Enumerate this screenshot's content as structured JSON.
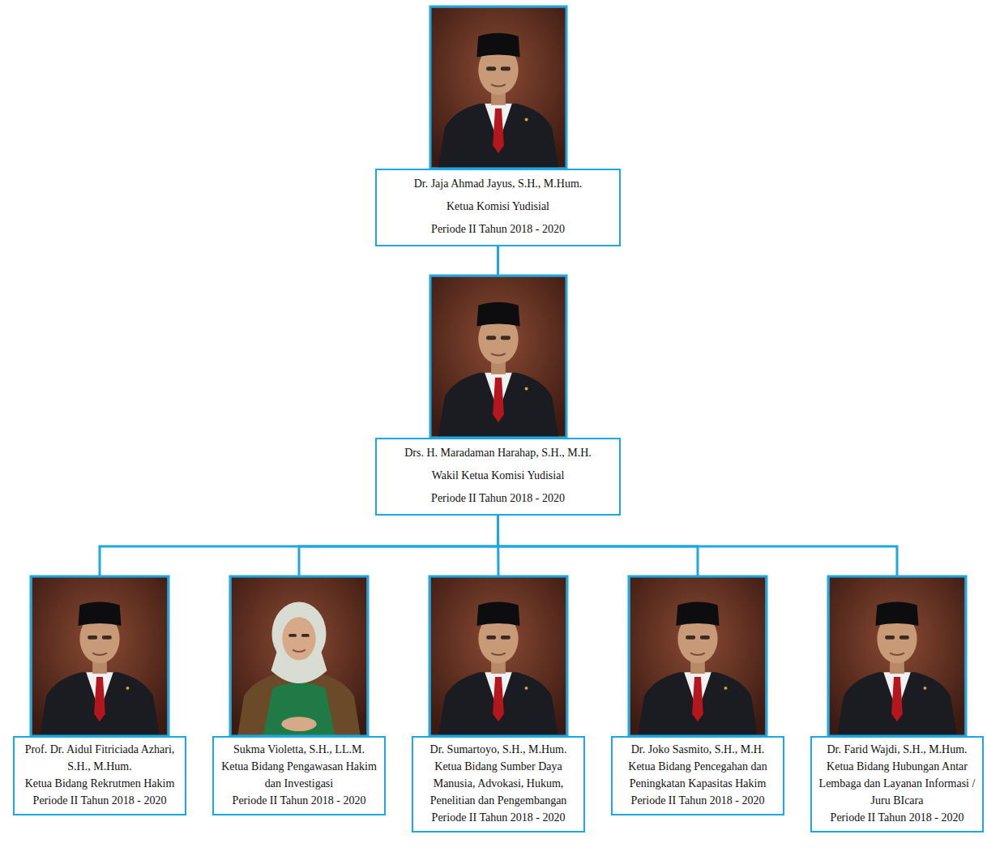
{
  "diagram": {
    "nodes": [
      {
        "text": [
          "Dr. Jaja Ahmad Jayus, S.H., M.Hum.",
          "Ketua Komisi Yudisial",
          "Periode II Tahun 2018 - 2020"
        ]
      },
      {
        "text": [
          "Drs. H. Maradaman Harahap, S.H., M.H.",
          "Wakil Ketua Komisi Yudisial",
          "Periode II Tahun 2018 - 2020"
        ]
      },
      {
        "text": [
          "Prof. Dr. Aidul Fitriciada Azhari, S.H., M.Hum.",
          "Ketua Bidang Rekrutmen Hakim",
          "Periode II Tahun 2018 - 2020"
        ]
      },
      {
        "text": [
          "Sukma Violetta, S.H., LL.M.",
          "Ketua Bidang Pengawasan Hakim dan Investigasi",
          "Periode II Tahun 2018 - 2020"
        ]
      },
      {
        "text": [
          "Dr. Sumartoyo, S.H., M.Hum.",
          "Ketua Bidang Sumber Daya Manusia, Advokasi, Hukum, Penelitian dan Pengembangan",
          "Periode II Tahun 2018 - 2020"
        ]
      },
      {
        "text": [
          "Dr. Joko Sasmito, S.H., M.H.",
          "Ketua Bidang Pencegahan dan Peningkatan Kapasitas Hakim",
          "Periode II Tahun 2018 - 2020"
        ]
      },
      {
        "text": [
          "Dr. Farid Wajdi, S.H., M.Hum.",
          "Ketua Bidang Hubungan Antar Lembaga dan Layanan Informasi / Juru BIcara",
          "Periode II Tahun 2018 - 2020"
        ]
      }
    ],
    "edges": [
      {
        "from": 0,
        "to": 1,
        "arrow": "none"
      },
      {
        "from": 1,
        "to": 2,
        "arrow": "none"
      },
      {
        "from": 1,
        "to": 3,
        "arrow": "none"
      },
      {
        "from": 1,
        "to": 4,
        "arrow": "none"
      },
      {
        "from": 1,
        "to": 5,
        "arrow": "none"
      },
      {
        "from": 1,
        "to": 6,
        "arrow": "none"
      }
    ]
  }
}
